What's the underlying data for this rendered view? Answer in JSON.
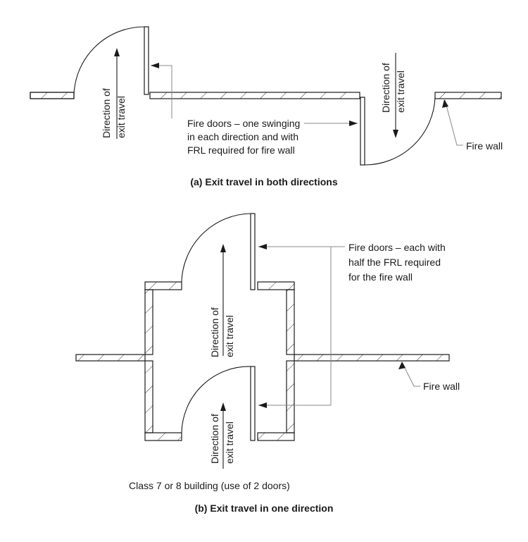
{
  "diagram_a": {
    "direction_left": [
      "Direction of",
      "exit travel"
    ],
    "direction_right": [
      "Direction of",
      "exit travel"
    ],
    "fire_doors_note": [
      "Fire doors – one swinging",
      "in each direction and with",
      "FRL required for fire wall"
    ],
    "fire_wall_label": "Fire wall",
    "caption": "(a) Exit travel in both directions"
  },
  "diagram_b": {
    "direction_upper": [
      "Direction of",
      "exit travel"
    ],
    "direction_lower": [
      "Direction of",
      "exit travel"
    ],
    "fire_doors_note": [
      "Fire doors – each with",
      "half the FRL required",
      "for the fire wall"
    ],
    "fire_wall_label": "Fire wall",
    "class_note": "Class 7 or 8 building (use of 2 doors)",
    "caption": "(b) Exit travel in one direction"
  }
}
